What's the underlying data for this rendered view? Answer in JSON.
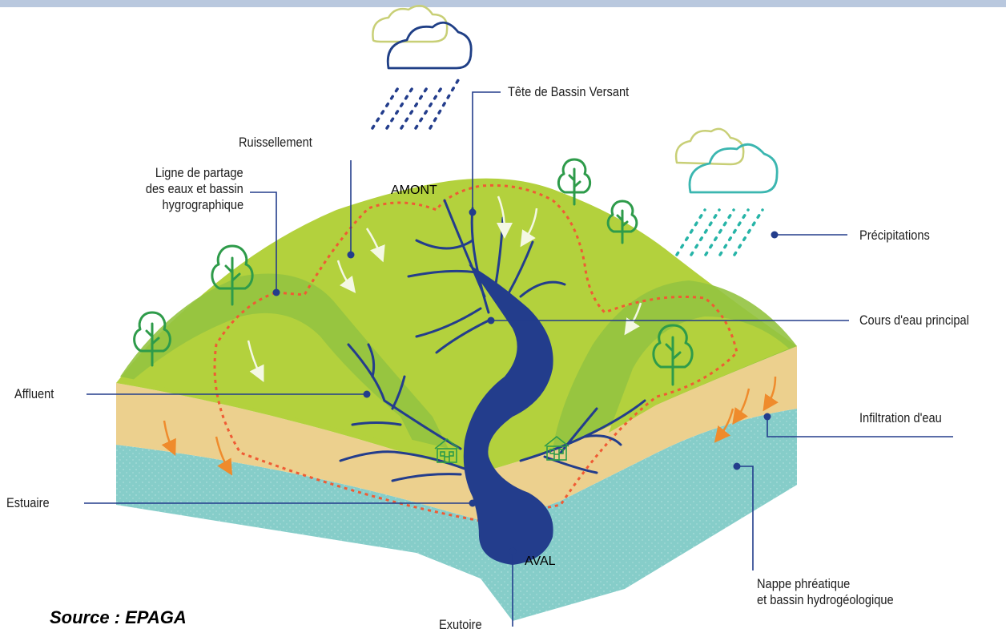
{
  "header_fragment": "",
  "labels": {
    "tete": "Tête de Bassin Versant",
    "ruissellement": "Ruissellement",
    "ligne": [
      "Ligne de partage",
      "des eaux et bassin",
      "hygrographique"
    ],
    "precipitations": "Précipitations",
    "cours": "Cours d'eau principal",
    "affluent": "Affluent",
    "infiltration": "Infiltration d'eau",
    "estuaire": "Estuaire",
    "nappe": [
      "Nappe phréatique",
      "et bassin hydrogéologique"
    ],
    "exutoire": "Exutoire",
    "amont": "AMONT",
    "aval": "AVAL"
  },
  "source": "Source : EPAGA",
  "colors": {
    "river": "#233d8c",
    "leader": "#233d8c",
    "hill_light": "#b3d13d",
    "hill_dark": "#8ec23f",
    "soil": "#ecd08e",
    "aquifer": "#86cdc9",
    "divide": "#ef5b34",
    "tree": "#2e9b4a",
    "cloud_outline": "#1f3f86",
    "cloud_yellow": "#c8cf76",
    "cloud_teal": "#3bb6b0",
    "rain_teal": "#26b4a7",
    "arrow_white": "#f4f8e4",
    "arrow_orange": "#ef8b2c"
  },
  "icons": [
    "cloud-icon",
    "rain-icon",
    "tree-icon",
    "house-icon",
    "flow-arrow-icon"
  ]
}
